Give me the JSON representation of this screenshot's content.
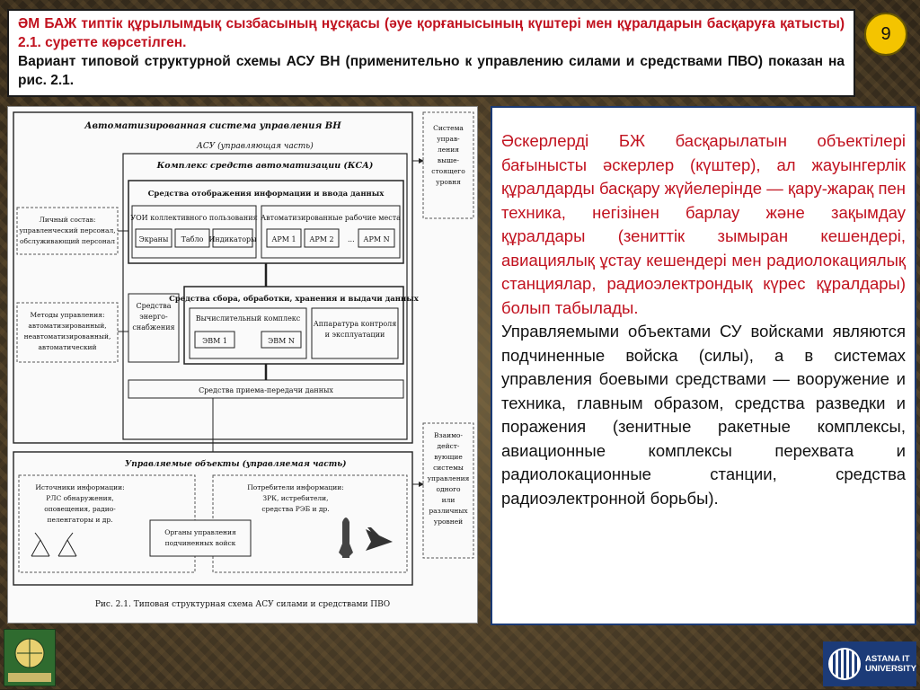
{
  "slide": {
    "number": "9",
    "header_kz": "ӘМ БАЖ типтік құрылымдық сызбасының нұсқасы (әуе қорғанысының күштері мен құралдарын басқаруға қатысты) 2.1. суретте көрсетілген.",
    "header_ru": "Вариант типовой структурной схемы АСУ ВН (применительно к управлению силами и средствами ПВО) показан на рис. 2.1."
  },
  "figure": {
    "title": "Автоматизированная система управления ВН",
    "asu_label": "АСУ (управляющая часть)",
    "ksa_label": "Комплекс средств автоматизации (КСА)",
    "display_block": "Средства отображения информации и ввода данных",
    "uoi_label": "УОИ коллективного пользования",
    "arm_label": "Автоматизированные рабочие места",
    "display_items": [
      "Экраны",
      "Табло",
      "Индикаторы"
    ],
    "arm_items": [
      "АРМ 1",
      "АРМ 2",
      "АРМ N"
    ],
    "ellipsis": "...",
    "collect_block": "Средства сбора, обработки, хранения и выдачи данных",
    "computer_label": "Вычислительный комплекс",
    "evm_items": [
      "ЭВМ 1",
      "ЭВМ N"
    ],
    "apparatus_label": [
      "Аппаратура контроля",
      "и эксплуатации"
    ],
    "power_label": [
      "Средства",
      "энерго-",
      "снабжения"
    ],
    "transfer_label": "Средства приема-передачи данных",
    "personnel_label": [
      "Личный состав:",
      "управленческий персонал,",
      "обслуживающий персонал"
    ],
    "methods_label": [
      "Методы управления:",
      "автоматизированный,",
      "неавтоматизированный,",
      "автоматический"
    ],
    "upper_level_label": [
      "Система",
      "управ-",
      "ления",
      "выше-",
      "стоящего",
      "уровня"
    ],
    "interaction_label": [
      "Взаимо-",
      "дейст-",
      "вующие",
      "системы",
      "управления",
      "одного",
      "или",
      "различных",
      "уровней"
    ],
    "managed_label": "Управляемые объекты (управляемая часть)",
    "sources_label": [
      "Источники информации:",
      "РЛС обнаружения,",
      "оповещения, радио-",
      "пеленгаторы и др."
    ],
    "consumers_label": [
      "Потребители информации:",
      "ЗРК, истребители,",
      "средства РЭБ и др."
    ],
    "organs_label": [
      "Органы управления",
      "подчиненных войск"
    ],
    "caption": "Рис. 2.1. Типовая структурная схема АСУ силами и средствами ПВО"
  },
  "text": {
    "kz": "Әскерлерді БЖ басқарылатын объектілері бағынысты әскерлер (күштер), ал жауынгерлік құралдарды басқару жүйелерінде — қару-жарақ пен техника, негізінен барлау және зақымдау құралдары (зениттік зымыран кешендері, авиациялық ұстау кешендері мен радиолокациялық станциялар, радиоэлектрондық күрес құралдары) болып табылады.",
    "ru": "Управляемыми объектами СУ войсками являются подчиненные войска (силы), а в системах управления боевыми средствами — вооружение и техника, главным образом, средства разведки и поражения (зенитные ракетные комплексы, авиационные комплексы перехвата и радиолокационные станции, средства радиоэлектронной борьбы)."
  },
  "branding": {
    "university_name": [
      "ASTANA IT",
      "UNIVERSITY"
    ]
  },
  "colors": {
    "kz_text": "#c1121f",
    "slide_number_bg": "#f4c400",
    "text_box_border": "#1b3a75"
  }
}
